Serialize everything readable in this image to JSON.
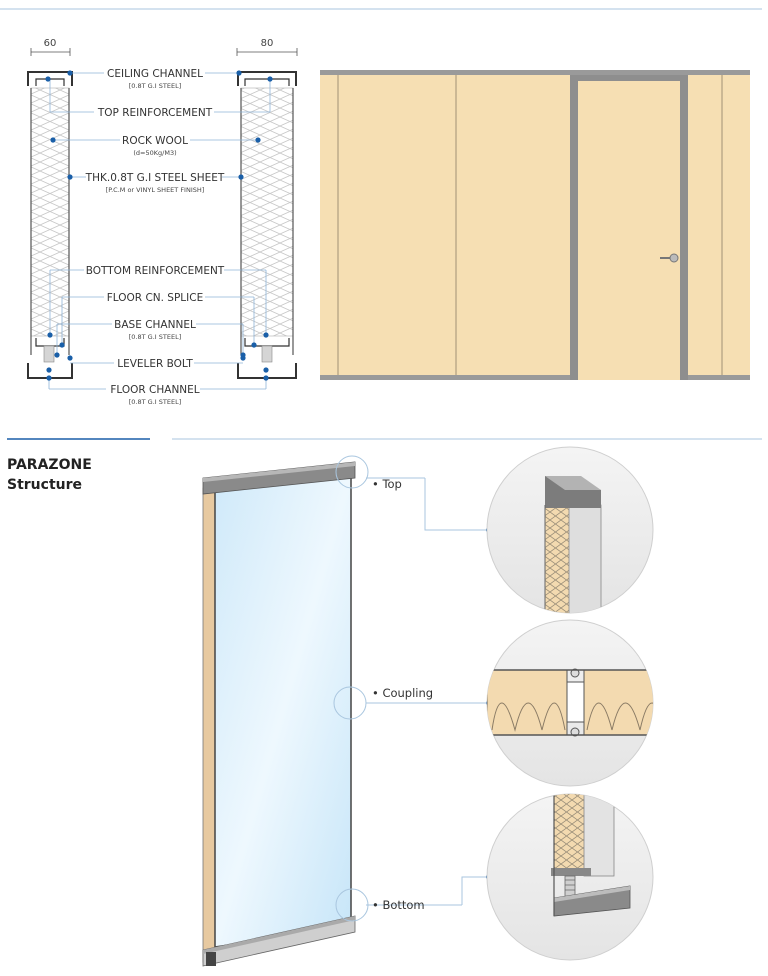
{
  "section_elevation": {
    "dimension_left": "60",
    "dimension_right": "80",
    "labels": [
      {
        "text": "CEILING CHANNEL",
        "sub": "[0.8T G.I STEEL]"
      },
      {
        "text": "TOP REINFORCEMENT",
        "sub": ""
      },
      {
        "text": "ROCK WOOL",
        "sub": "(d=50Kg/M3)"
      },
      {
        "text": "THK.0.8T G.I STEEL SHEET",
        "sub": "[P.C.M or VINYL SHEET FINISH]"
      },
      {
        "text": "BOTTOM REINFORCEMENT",
        "sub": ""
      },
      {
        "text": "FLOOR CN. SPLICE",
        "sub": ""
      },
      {
        "text": "BASE CHANNEL",
        "sub": "[0.8T G.I STEEL]"
      },
      {
        "text": "LEVELER BOLT",
        "sub": ""
      },
      {
        "text": "FLOOR CHANNEL",
        "sub": "[0.8T G.I STEEL]"
      }
    ]
  },
  "structure": {
    "title_line1": "PARAZONE",
    "title_line2": "Structure",
    "callouts": {
      "top": "• Top",
      "coupling": "• Coupling",
      "bottom": "• Bottom"
    }
  },
  "colors": {
    "accent_blue": "#1a5fa8",
    "panel_fill": "#f6dfb3",
    "frame_gray": "#8e8e8e",
    "glass": "#d3ecfa",
    "divider": "#a9c6df"
  }
}
